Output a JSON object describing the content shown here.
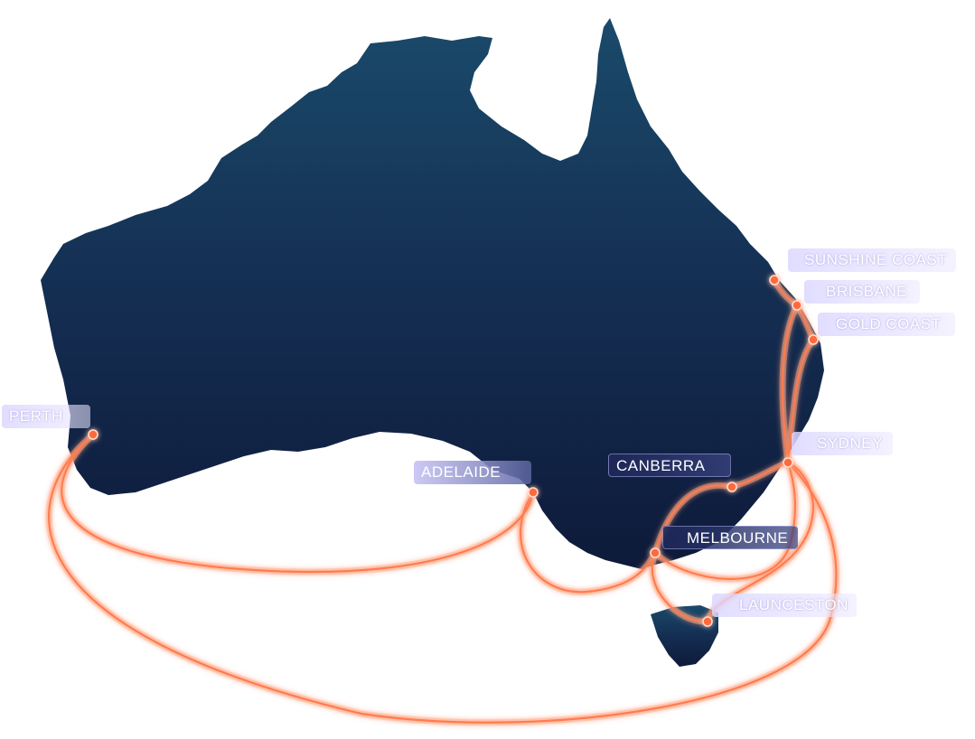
{
  "map": {
    "land_color_top": "#173f5e",
    "land_color_bottom": "#0f1d3c",
    "route_color": "#ff7b4f",
    "route_glow": "#ffb08e",
    "node_color": "#ff6a3d"
  },
  "cities": [
    {
      "id": "perth",
      "label": "PERTH"
    },
    {
      "id": "adelaide",
      "label": "ADELAIDE"
    },
    {
      "id": "canberra",
      "label": "CANBERRA"
    },
    {
      "id": "sydney",
      "label": "SYDNEY"
    },
    {
      "id": "melbourne",
      "label": "MELBOURNE"
    },
    {
      "id": "launceston",
      "label": "LAUNCESTON"
    },
    {
      "id": "sunshine-coast",
      "label": "SUNSHINE COAST"
    },
    {
      "id": "brisbane",
      "label": "BRISBANE"
    },
    {
      "id": "gold-coast",
      "label": "GOLD COAST"
    }
  ]
}
